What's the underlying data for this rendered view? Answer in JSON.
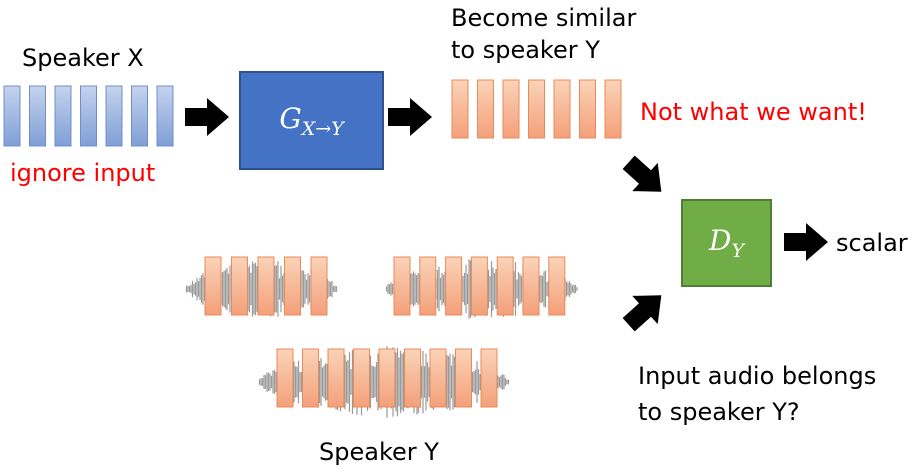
{
  "labels": {
    "speaker_x": "Speaker X",
    "ignore_input": "ignore input",
    "become_similar_line1": "Become similar",
    "become_similar_line2": "to speaker Y",
    "not_what_we_want": "Not what we want!",
    "scalar": "scalar",
    "question_line1": "Input audio belongs",
    "question_line2": "to speaker Y?",
    "speaker_y": "Speaker Y"
  },
  "generator": {
    "symbol": "G",
    "subscript": "X→Y"
  },
  "discriminator": {
    "symbol": "D",
    "subscript": "Y"
  },
  "colors": {
    "generator": "#4472c4",
    "discriminator": "#70ad47",
    "speaker_x_frames": "#8faadc",
    "speaker_y_frames": "#f4b183",
    "warning_text": "#ff0000"
  }
}
